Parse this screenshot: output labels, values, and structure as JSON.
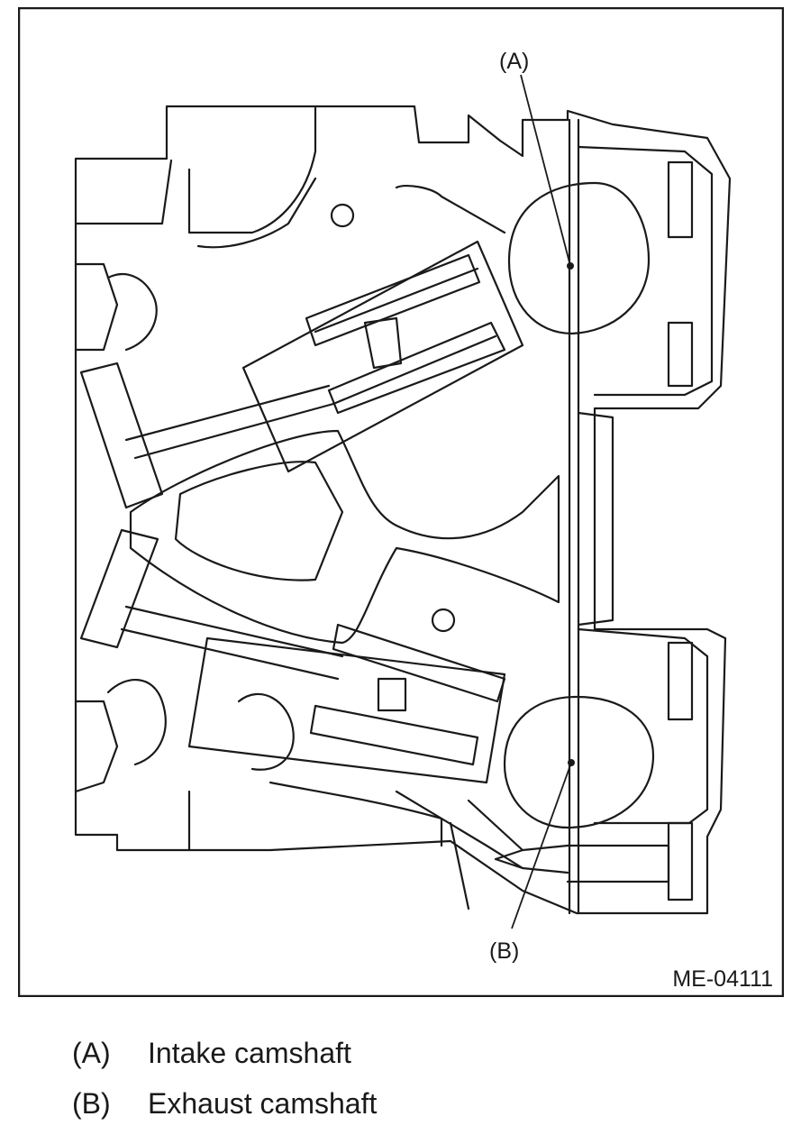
{
  "figure": {
    "code": "ME-04111",
    "callouts": [
      {
        "key": "(A)"
      },
      {
        "key": "(B)"
      }
    ]
  },
  "legend": [
    {
      "key": "(A)",
      "text": "Intake camshaft"
    },
    {
      "key": "(B)",
      "text": "Exhaust camshaft"
    }
  ],
  "colors": {
    "line": "#1a1a1a",
    "background": "#ffffff"
  }
}
